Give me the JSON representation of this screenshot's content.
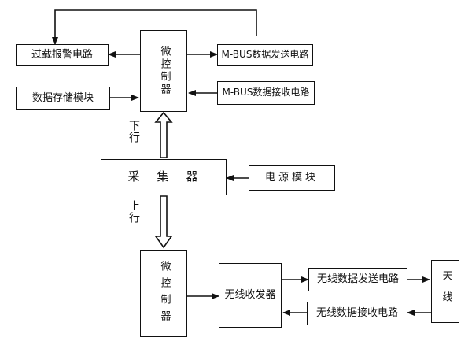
{
  "boxes": {
    "overload_alarm": "过载报警电路",
    "data_storage": "数据存储模块",
    "mcu_top": "微控制器",
    "mbus_send": "M-BUS数据发送电路",
    "mbus_recv": "M-BUS数据接收电路",
    "collector": "采集器",
    "power_module": "电源模块",
    "mcu_bottom": "微控制器",
    "wireless_transceiver": "无线收发器",
    "wireless_send": "无线数据发送电路",
    "wireless_recv": "无线数据接收电路",
    "antenna": "天线"
  },
  "labels": {
    "downlink": "下行",
    "uplink": "上行"
  }
}
